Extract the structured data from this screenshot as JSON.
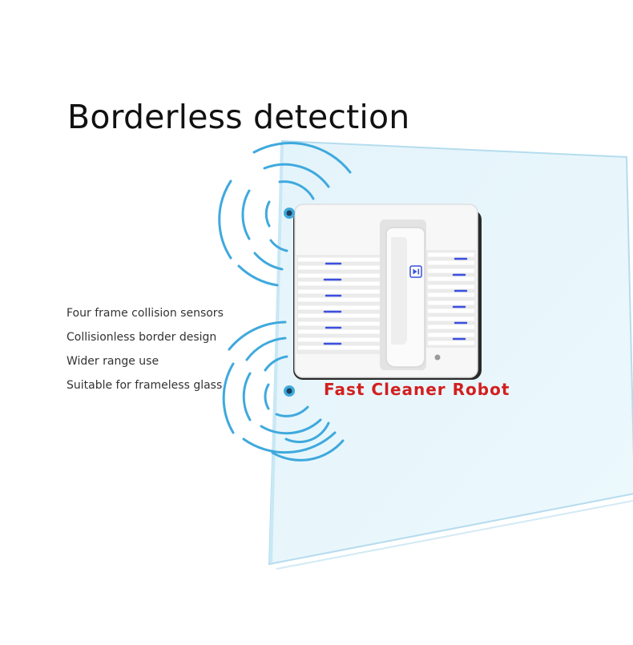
{
  "headline": "Borderless detection",
  "features": [
    "Four frame collision sensors",
    "Collisionless border design",
    "Wider range use",
    "Suitable for frameless glass"
  ],
  "brand_label": "Fast Cleaner Robot",
  "colors": {
    "brand_text": "#d21f1f",
    "signal_wave": "#3fa9dd",
    "glass_tint": "#e4f4fb",
    "indicator_led": "#3b4fe0"
  },
  "icons": {
    "robot_button": "play-pause-icon"
  }
}
